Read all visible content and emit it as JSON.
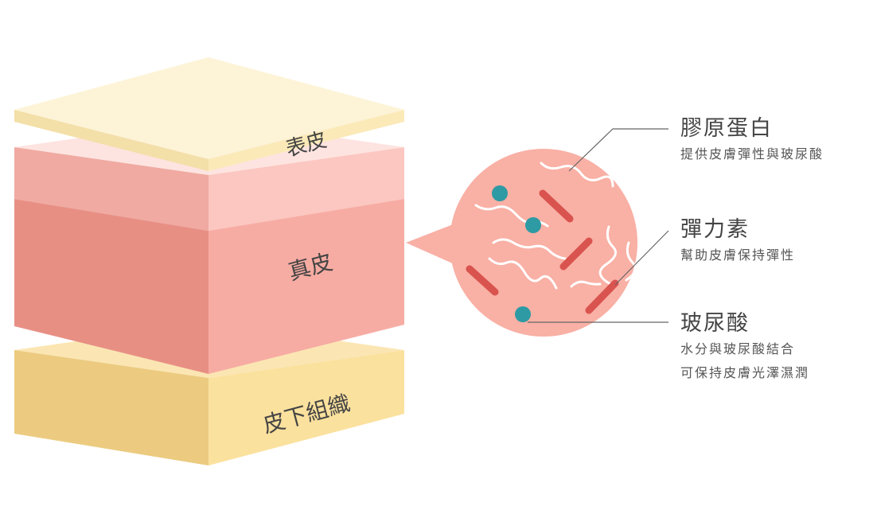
{
  "layers": {
    "epidermis": "表皮",
    "dermis": "真皮",
    "subcutaneous": "皮下組織"
  },
  "legend": {
    "collagen": {
      "title": "膠原蛋白",
      "desc": [
        "提供皮膚彈性與玻尿酸"
      ]
    },
    "elastin": {
      "title": "彈力素",
      "desc": [
        "幫助皮膚保持彈性"
      ]
    },
    "hyaluronic": {
      "title": "玻尿酸",
      "desc": [
        "水分與玻尿酸結合",
        "可保持皮膚光澤濕潤"
      ]
    }
  },
  "colors": {
    "epidermis": "#fdf0cf",
    "dermis_light": "#f7c6bf",
    "dermis_side": "#e88f84",
    "dermis_front": "#f4a69c",
    "subcutaneous_side": "#e9c576",
    "subcutaneous_front": "#f8dc94",
    "circle": "#f9b0a5",
    "dot": "#2e9aa3",
    "bar": "#d9534f",
    "fiber": "#ffffff",
    "leader": "#555555"
  }
}
